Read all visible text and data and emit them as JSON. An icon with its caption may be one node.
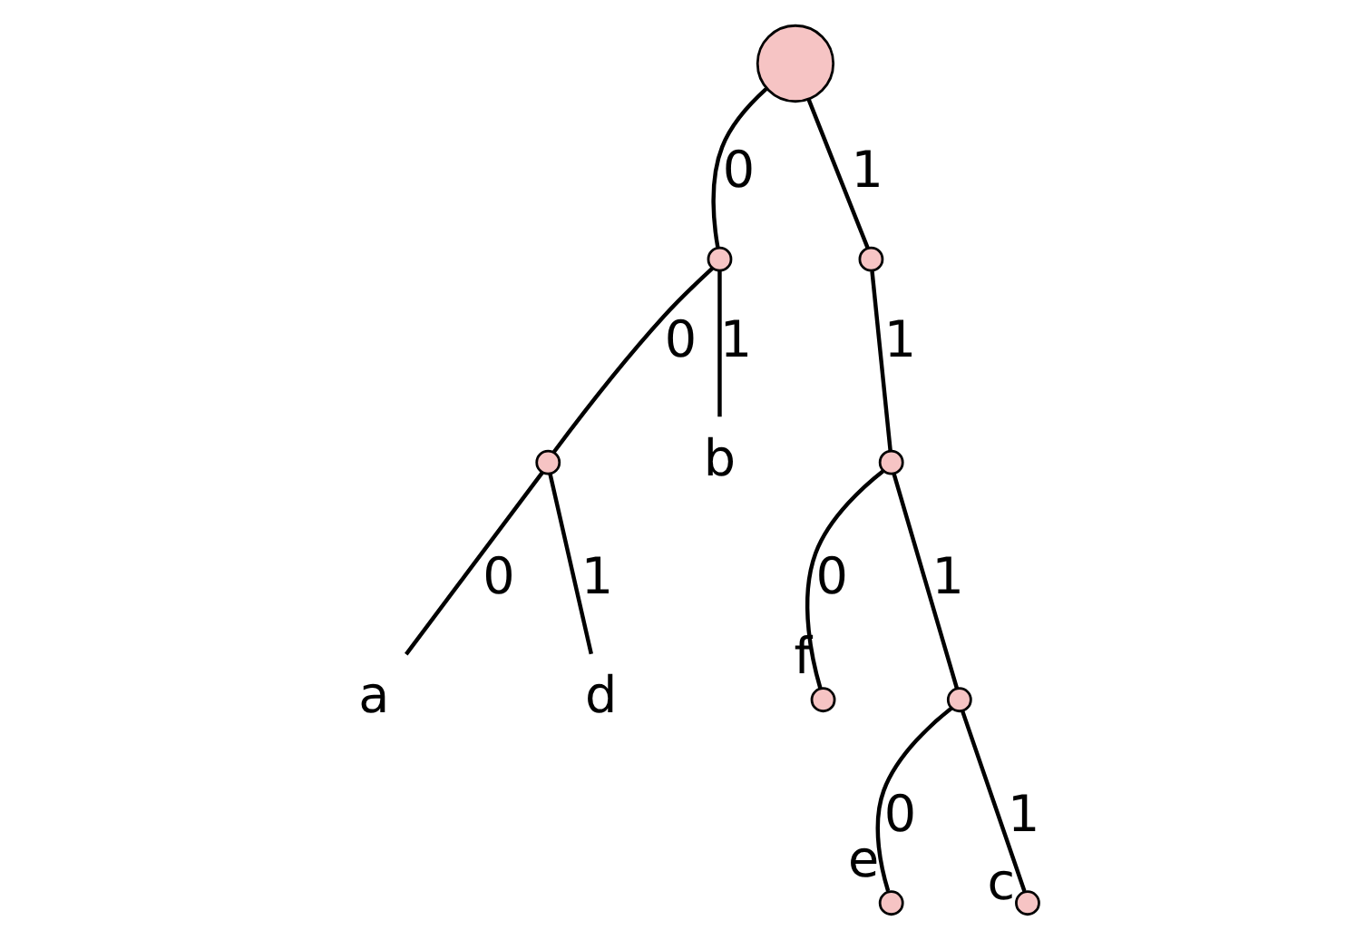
{
  "diagram": {
    "nodes": [
      {
        "text": [],
        "shape": "circle"
      },
      {
        "text": [],
        "shape": "circle"
      },
      {
        "text": [],
        "shape": "circle"
      },
      {
        "text": [],
        "shape": "circle"
      },
      {
        "text": [
          "b"
        ]
      },
      {
        "text": [],
        "shape": "circle"
      },
      {
        "text": [
          "a"
        ]
      },
      {
        "text": [
          "d"
        ]
      },
      {
        "text": [
          "f"
        ]
      },
      {
        "text": [],
        "shape": "circle"
      },
      {
        "text": [
          "e"
        ]
      },
      {
        "text": [
          "c"
        ]
      }
    ],
    "edges": [
      {
        "from": 0,
        "to": 1,
        "arrow": "none",
        "label": "0"
      },
      {
        "from": 0,
        "to": 2,
        "arrow": "none",
        "label": "1"
      },
      {
        "from": 1,
        "to": 3,
        "arrow": "none",
        "label": "0"
      },
      {
        "from": 1,
        "to": 4,
        "arrow": "none",
        "label": "1"
      },
      {
        "from": 2,
        "to": 5,
        "arrow": "none",
        "label": "1"
      },
      {
        "from": 3,
        "to": 6,
        "arrow": "none",
        "label": "0"
      },
      {
        "from": 3,
        "to": 7,
        "arrow": "none",
        "label": "1"
      },
      {
        "from": 5,
        "to": 8,
        "arrow": "none",
        "label": "0"
      },
      {
        "from": 5,
        "to": 9,
        "arrow": "none",
        "label": "1"
      },
      {
        "from": 9,
        "to": 10,
        "arrow": "none",
        "label": "0"
      },
      {
        "from": 9,
        "to": 11,
        "arrow": "none",
        "label": "1"
      }
    ]
  }
}
